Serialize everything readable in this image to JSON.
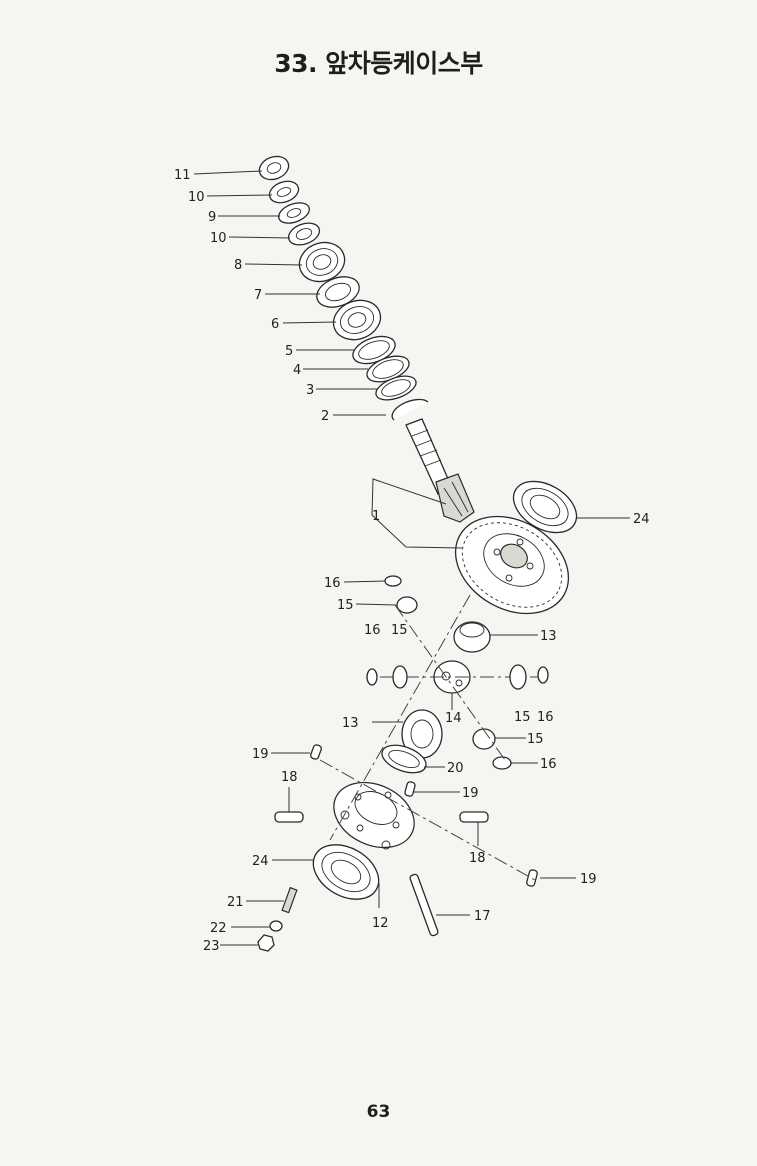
{
  "title": "33. 앞차등케이스부",
  "page_number": "63",
  "callouts": [
    {
      "id": "c11",
      "label": "11"
    },
    {
      "id": "c10a",
      "label": "10"
    },
    {
      "id": "c9",
      "label": "9"
    },
    {
      "id": "c10b",
      "label": "10"
    },
    {
      "id": "c8",
      "label": "8"
    },
    {
      "id": "c7",
      "label": "7"
    },
    {
      "id": "c6",
      "label": "6"
    },
    {
      "id": "c5",
      "label": "5"
    },
    {
      "id": "c4",
      "label": "4"
    },
    {
      "id": "c3",
      "label": "3"
    },
    {
      "id": "c2",
      "label": "2"
    },
    {
      "id": "c1",
      "label": "1"
    },
    {
      "id": "c24a",
      "label": "24"
    },
    {
      "id": "c16a",
      "label": "16"
    },
    {
      "id": "c15a",
      "label": "15"
    },
    {
      "id": "c16b",
      "label": "16"
    },
    {
      "id": "c15b",
      "label": "15"
    },
    {
      "id": "c13a",
      "label": "13"
    },
    {
      "id": "c14",
      "label": "14"
    },
    {
      "id": "c15c",
      "label": "15"
    },
    {
      "id": "c16c",
      "label": "16"
    },
    {
      "id": "c13b",
      "label": "13"
    },
    {
      "id": "c15d",
      "label": "15"
    },
    {
      "id": "c16d",
      "label": "16"
    },
    {
      "id": "c19a",
      "label": "19"
    },
    {
      "id": "c18a",
      "label": "18"
    },
    {
      "id": "c20",
      "label": "20"
    },
    {
      "id": "c19b",
      "label": "19"
    },
    {
      "id": "c18b",
      "label": "18"
    },
    {
      "id": "c24b",
      "label": "24"
    },
    {
      "id": "c19c",
      "label": "19"
    },
    {
      "id": "c21",
      "label": "21"
    },
    {
      "id": "c12",
      "label": "12"
    },
    {
      "id": "c17",
      "label": "17"
    },
    {
      "id": "c22",
      "label": "22"
    },
    {
      "id": "c23",
      "label": "23"
    }
  ]
}
